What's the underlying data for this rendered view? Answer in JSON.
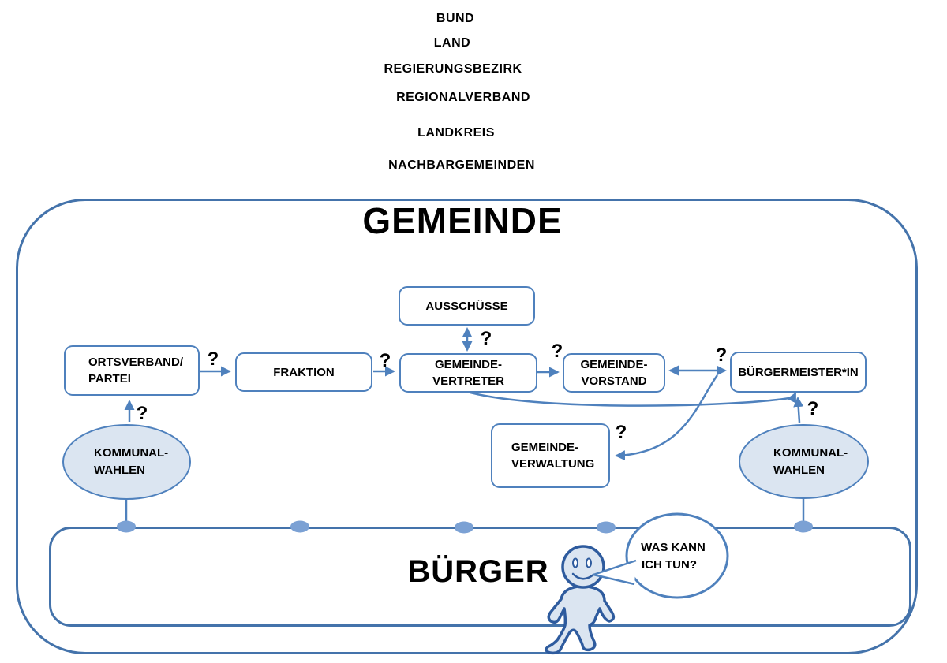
{
  "hierarchy_labels": [
    "BUND",
    "LAND",
    "REGIERUNGSBEZIRK",
    "REGIONALVERBAND",
    "LANDKREIS",
    "NACHBARGEMEINDEN"
  ],
  "gemeinde": {
    "title": "GEMEINDE",
    "nodes": {
      "ausschuesse": {
        "label": "AUSSCHÜSSE"
      },
      "ortsverband_partei": {
        "line1": "ORTSVERBAND/",
        "line2": "PARTEI"
      },
      "fraktion": {
        "label": "FRAKTION"
      },
      "gemeindevertreter": {
        "line1": "GEMEINDE-",
        "line2": "VERTRETER"
      },
      "gemeindevorstand": {
        "line1": "GEMEINDE-",
        "line2": "VORSTAND"
      },
      "buergermeisterin": {
        "label": "BÜRGERMEISTER*IN"
      },
      "gemeindeverwaltung": {
        "line1": "GEMEINDE-",
        "line2": "VERWALTUNG"
      },
      "kommunalwahlen_left": {
        "line1": "KOMMUNAL-",
        "line2": "WAHLEN"
      },
      "kommunalwahlen_right": {
        "line1": "KOMMUNAL-",
        "line2": "WAHLEN"
      },
      "buerger": {
        "label": "BÜRGER"
      }
    },
    "speech_bubble": {
      "line1": "WAS KANN",
      "line2": "ICH TUN?"
    },
    "question_mark": "?"
  },
  "icons": {
    "citizen_figure": "smiling-person-icon",
    "speech_bubble": "speech-bubble-icon"
  },
  "colors": {
    "line_blue": "#4f81bd",
    "frame_blue": "#4473ab",
    "fill_light_blue": "#dbe5f1",
    "dot_blue": "#7ba1d4",
    "figure_outline": "#2e5b9e",
    "text": "#000000",
    "background": "#ffffff"
  }
}
